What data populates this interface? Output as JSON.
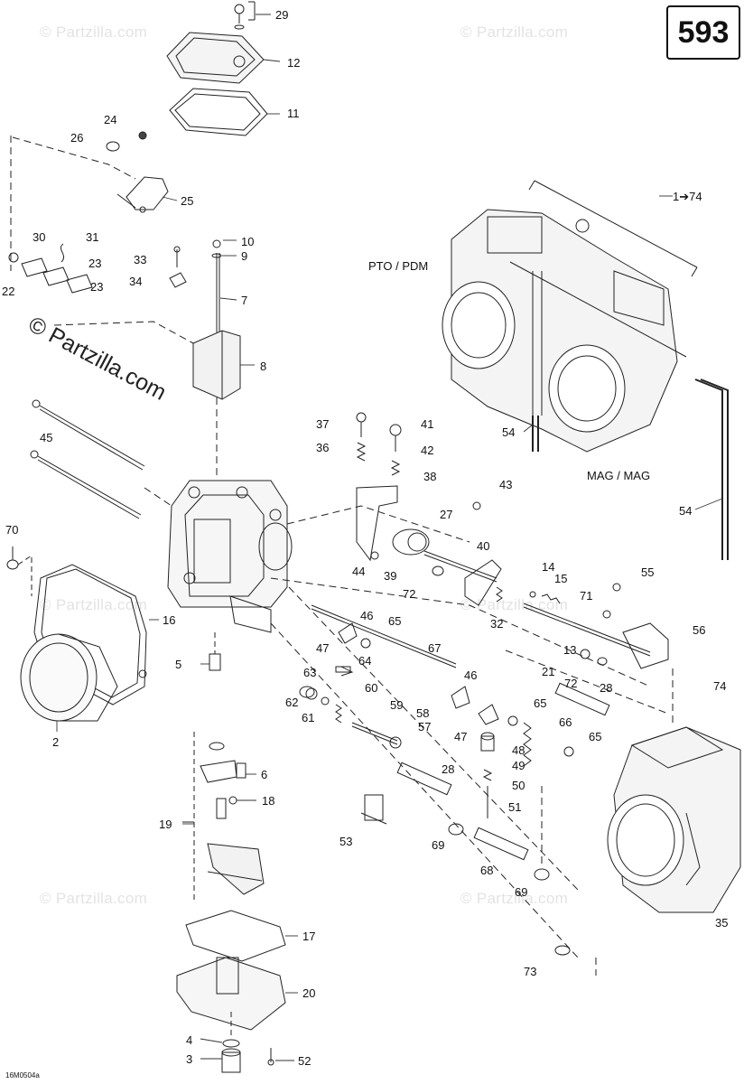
{
  "page_number": "593",
  "document_id": "16M0504a",
  "watermark_text": "© Partzilla.com",
  "labels": {
    "pto_pdm": "PTO / PDM",
    "mag_mag": "MAG / MAG",
    "assembly": "1➔74"
  },
  "callouts": [
    "2",
    "3",
    "4",
    "5",
    "6",
    "7",
    "8",
    "9",
    "10",
    "11",
    "12",
    "13",
    "14",
    "15",
    "16",
    "17",
    "18",
    "19",
    "20",
    "21",
    "22",
    "23",
    "24",
    "25",
    "26",
    "27",
    "28",
    "29",
    "30",
    "31",
    "32",
    "33",
    "34",
    "35",
    "36",
    "37",
    "38",
    "39",
    "40",
    "41",
    "42",
    "43",
    "44",
    "45",
    "46",
    "47",
    "48",
    "49",
    "50",
    "51",
    "52",
    "53",
    "54",
    "55",
    "56",
    "57",
    "58",
    "59",
    "60",
    "61",
    "62",
    "63",
    "64",
    "65",
    "66",
    "67",
    "68",
    "69",
    "70",
    "71",
    "72",
    "73",
    "74"
  ],
  "colors": {
    "line": "#222222",
    "watermark": "#e3e3e3"
  }
}
